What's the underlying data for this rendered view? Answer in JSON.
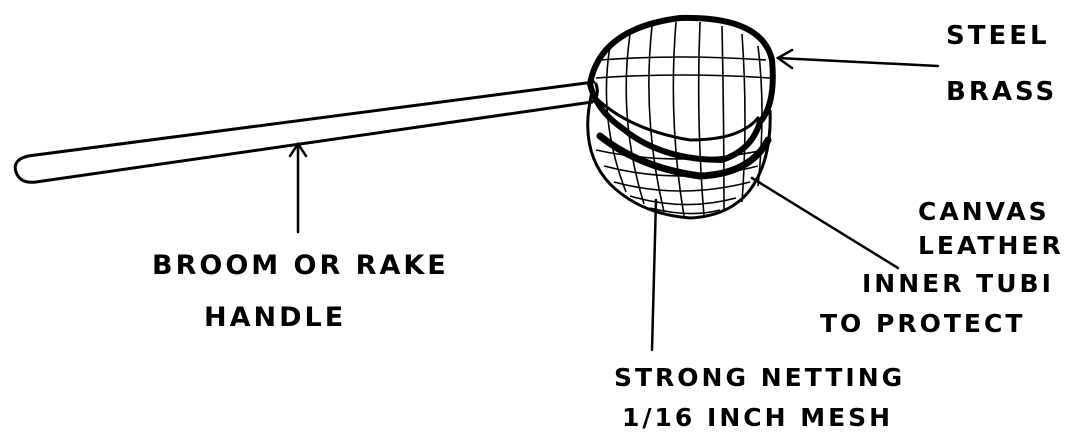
{
  "labels": {
    "steel": "STEEL",
    "brass": "BRASS",
    "canvas": "CANVAS",
    "leather": "LEATHER",
    "inner_tube": "INNER TUBI",
    "to_protect": "TO PROTECT",
    "broom_or_rake": "BROOM OR RAKE",
    "handle": "HANDLE",
    "strong_netting": "STRONG NETTING",
    "mesh": "1/16 INCH MESH"
  },
  "colors": {
    "ink": "#000000",
    "paper": "#ffffff"
  }
}
